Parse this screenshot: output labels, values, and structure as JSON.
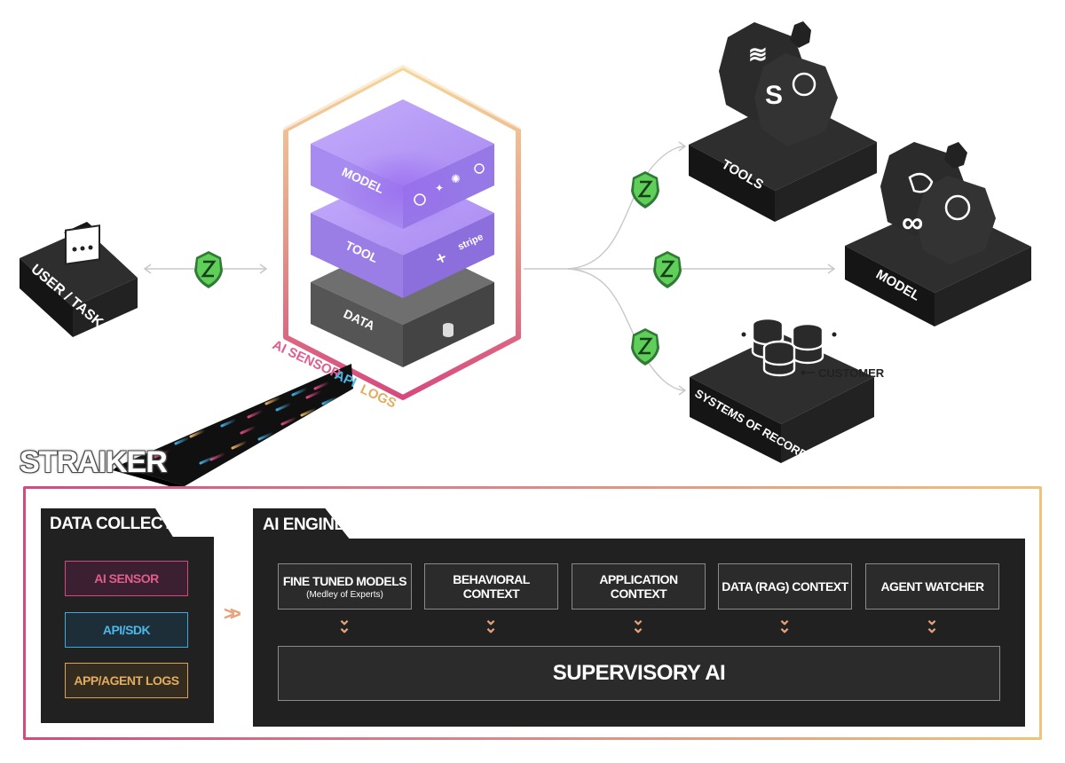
{
  "diagram": {
    "user_task_label": "USER / TASK",
    "stack_labels": {
      "model": "MODEL",
      "tool": "TOOL",
      "data": "DATA"
    },
    "stack_tool_brand": "stripe",
    "stream_labels": {
      "ai_sensor": "AI SENSOR",
      "api": "API",
      "logs": "LOGS"
    },
    "dest_labels": {
      "tools": "TOOLS",
      "model": "MODEL",
      "systems_of_record": "SYSTEMS OF RECORD"
    },
    "customer_label": "CUSTOMER",
    "tools_badges": [
      "S"
    ],
    "model_badges": [
      "∞"
    ]
  },
  "straiker_label": "STRAIKER",
  "data_collection": {
    "title": "DATA COLLECTION",
    "items": [
      "AI SENSOR",
      "API/SDK",
      "APP/AGENT LOGS"
    ]
  },
  "ai_engine": {
    "title": "AI ENGINE",
    "components": [
      {
        "label": "FINE TUNED MODELS",
        "sub": "(Medley of Experts)"
      },
      {
        "label": "BEHAVIORAL CONTEXT",
        "sub": ""
      },
      {
        "label": "APPLICATION CONTEXT",
        "sub": ""
      },
      {
        "label": "DATA (RAG) CONTEXT",
        "sub": ""
      },
      {
        "label": "AGENT WATCHER",
        "sub": ""
      }
    ],
    "supervisory": "SUPERVISORY AI"
  },
  "colors": {
    "pink": "#d6497e",
    "blue": "#3fa9d8",
    "gold": "#e2ad60",
    "purple": "#b79cf7",
    "shield_green": "#5fcf5a",
    "dark": "#212121"
  },
  "icons": [
    "chat-bubble-icon",
    "shield-icon",
    "database-icon",
    "openai-icon",
    "meta-icon",
    "slack-icon",
    "sparkle-icon"
  ]
}
